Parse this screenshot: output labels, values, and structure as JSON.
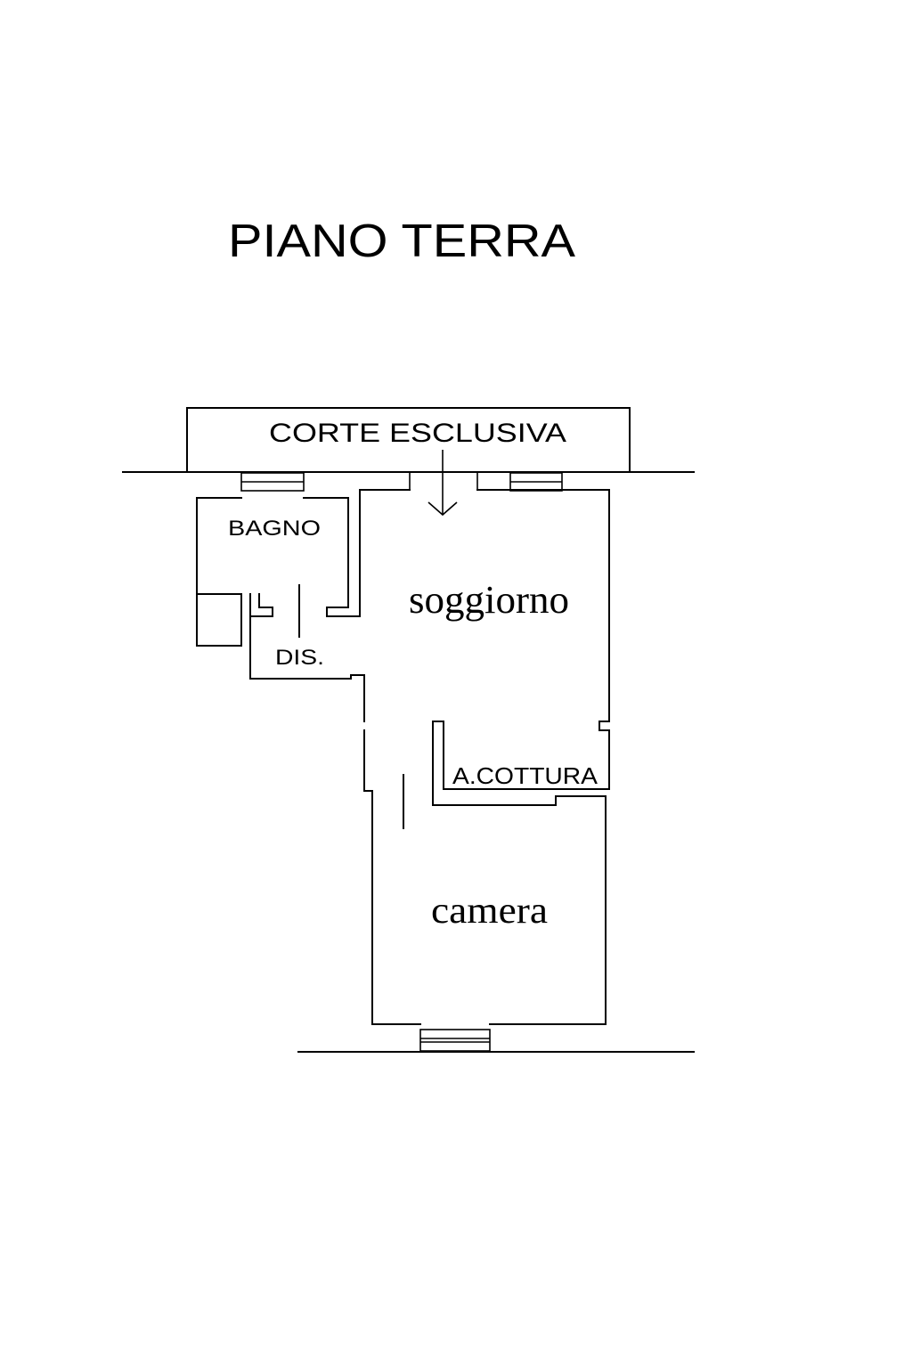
{
  "title": "PIANO TERRA",
  "rooms": {
    "corte": "CORTE ESCLUSIVA",
    "bagno": "BAGNO",
    "disimpegno": "DIS.",
    "soggiorno": "soggiorno",
    "angolo_cottura": "A.COTTURA",
    "camera": "camera"
  },
  "colors": {
    "line": "#000000",
    "background": "#ffffff"
  }
}
